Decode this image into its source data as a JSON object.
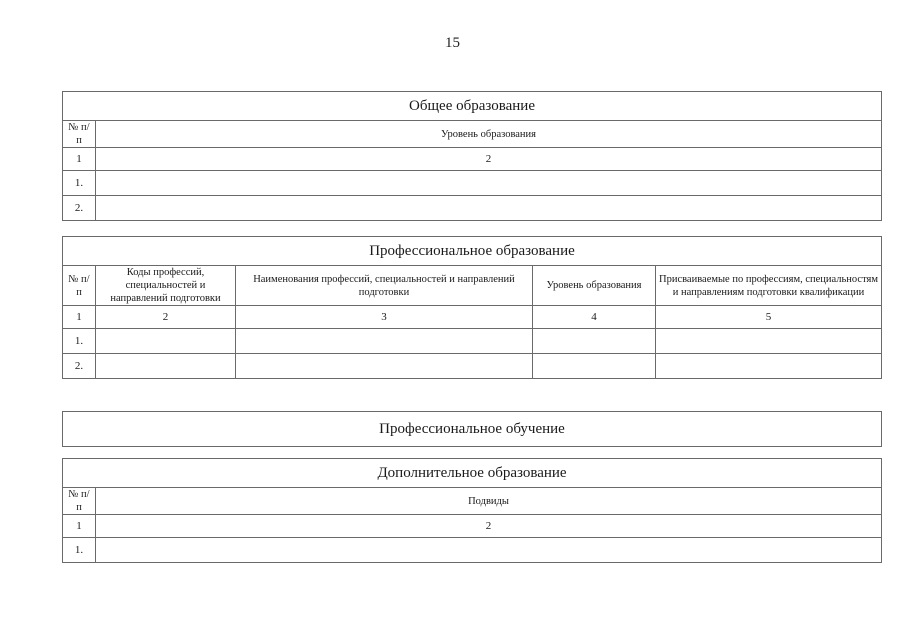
{
  "page": {
    "number": "15"
  },
  "tables": {
    "general_education": {
      "title": "Общее образование",
      "headers": {
        "row_number": "№ п/п",
        "level": "Уровень образования"
      },
      "column_numbers": [
        "1",
        "2"
      ],
      "rows": [
        {
          "index": "1.",
          "level": ""
        },
        {
          "index": "2.",
          "level": ""
        }
      ]
    },
    "professional_education": {
      "title": "Профессиональное образование",
      "headers": {
        "row_number": "№ п/п",
        "codes": "Коды профессий, специальностей и направлений подготовки",
        "names": "Наименования профессий, специальностей и направлений подготовки",
        "level": "Уровень образования",
        "qualifications": "Присваиваемые по профессиям, специальностям и направлениям подготовки квалификации"
      },
      "column_numbers": [
        "1",
        "2",
        "3",
        "4",
        "5"
      ],
      "rows": [
        {
          "index": "1.",
          "codes": "",
          "names": "",
          "level": "",
          "qualifications": ""
        },
        {
          "index": "2.",
          "codes": "",
          "names": "",
          "level": "",
          "qualifications": ""
        }
      ]
    },
    "vocational_training": {
      "title": "Профессиональное обучение"
    },
    "additional_education": {
      "title": "Дополнительное образование",
      "headers": {
        "row_number": "№ п/п",
        "subtypes": "Подвиды"
      },
      "column_numbers": [
        "1",
        "2"
      ],
      "rows": [
        {
          "index": "1.",
          "subtypes": ""
        }
      ]
    }
  }
}
